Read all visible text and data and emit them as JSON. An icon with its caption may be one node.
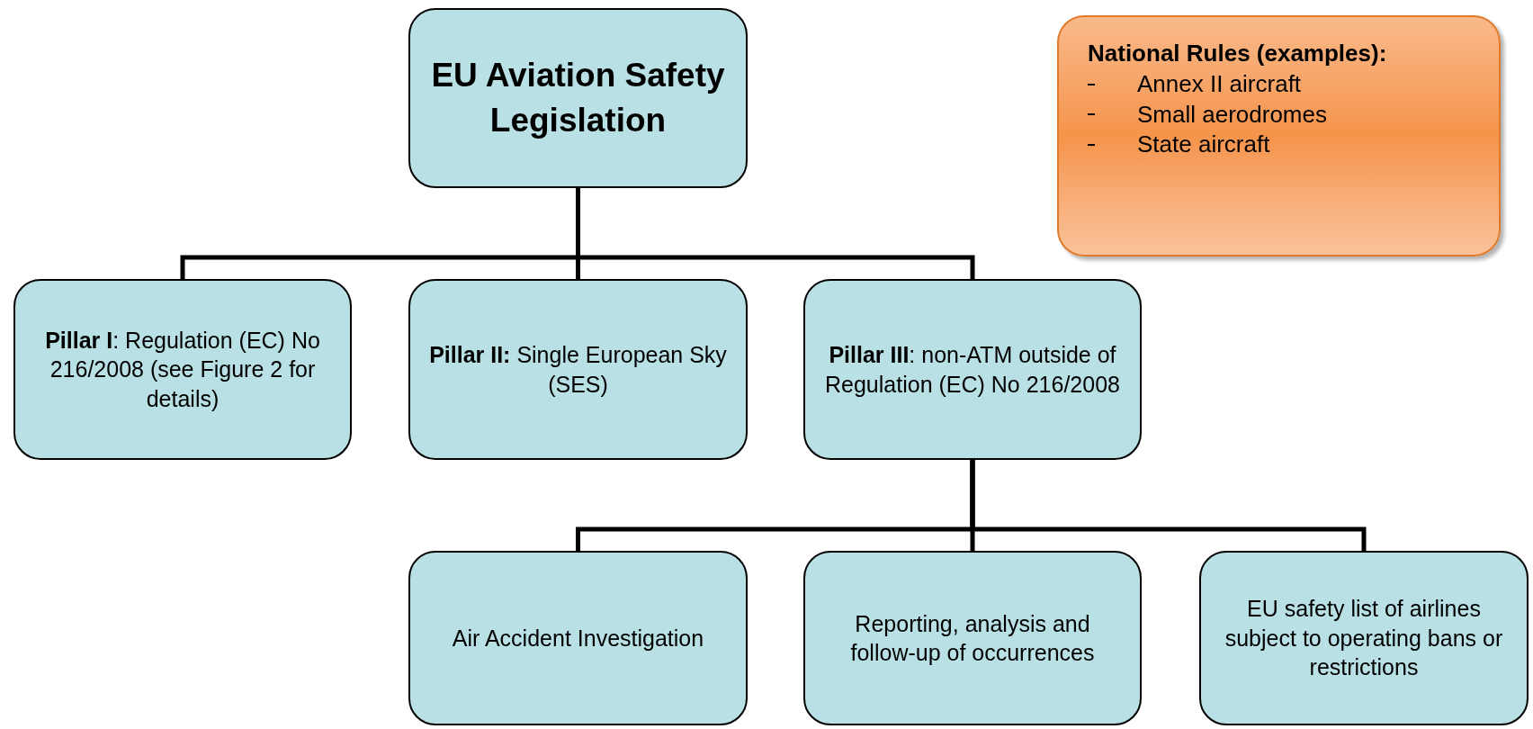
{
  "diagram": {
    "nodes": [
      {
        "text": [
          "EU Aviation Safety Legislation"
        ]
      },
      {
        "text": [
          "**Pillar I**: Regulation (EC) No 216/2008 (see Figure 2 for details)"
        ]
      },
      {
        "text": [
          "**Pillar II:** Single European Sky (SES)"
        ]
      },
      {
        "text": [
          "**Pillar III**: non-ATM outside of Regulation (EC) No 216/2008"
        ]
      },
      {
        "text": [
          "National Rules (examples):",
          "Annex II aircraft",
          "Small aerodromes",
          "State aircraft"
        ]
      },
      {
        "text": [
          "Air Accident Investigation"
        ]
      },
      {
        "text": [
          "Reporting, analysis and follow-up of occurrences"
        ]
      },
      {
        "text": [
          "EU safety list of airlines subject to operating bans or restrictions"
        ]
      }
    ],
    "edges": [
      {
        "from": 0,
        "to": 1,
        "arrow": "none"
      },
      {
        "from": 0,
        "to": 2,
        "arrow": "none"
      },
      {
        "from": 0,
        "to": 3,
        "arrow": "none"
      },
      {
        "from": 3,
        "to": 5,
        "arrow": "none"
      },
      {
        "from": 3,
        "to": 6,
        "arrow": "none"
      },
      {
        "from": 3,
        "to": 7,
        "arrow": "none"
      }
    ]
  }
}
